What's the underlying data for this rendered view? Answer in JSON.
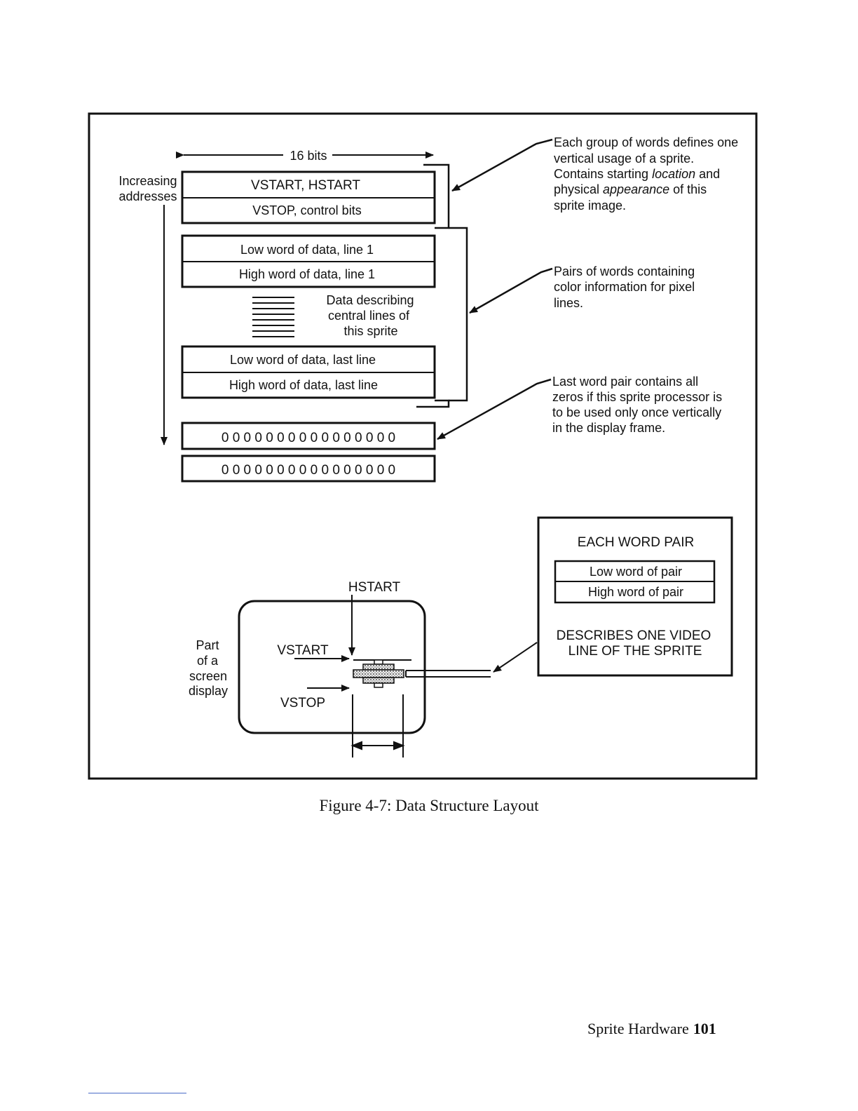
{
  "diagram": {
    "width_label": "16 bits",
    "addresses_label": [
      "Increasing",
      "addresses"
    ],
    "word_rows": [
      "VSTART, HSTART",
      "VSTOP, control bits",
      "Low word of data, line 1",
      "High word of data, line 1",
      "Low word of data, last line",
      "High word of data, last line",
      "0 0 0 0 0 0 0 0 0 0 0 0 0 0 0 0",
      "0 0 0 0 0 0 0 0 0 0 0 0 0 0 0 0"
    ],
    "central_lines_label": [
      "Data describing",
      "central lines of",
      "this sprite"
    ],
    "annotations": {
      "group": [
        "Each group of words defines one",
        "vertical usage of a sprite.",
        "Contains starting |location| and",
        "physical |appearance| of this",
        "sprite image."
      ],
      "pairs": [
        "Pairs of words containing",
        "color information for pixel",
        "lines."
      ],
      "last_pair": [
        "Last word pair contains all",
        "zeros if this sprite processor is",
        "to be used only once vertically",
        "in the display frame."
      ]
    },
    "word_pair_box": {
      "title": "EACH WORD PAIR",
      "low": "Low word of pair",
      "high": "High word of pair",
      "description": [
        "DESCRIBES ONE VIDEO",
        "LINE OF THE SPRITE"
      ]
    },
    "screen": {
      "label": [
        "Part",
        "of a",
        "screen",
        "display"
      ],
      "hstart": "HSTART",
      "vstart": "VSTART",
      "vstop": "VSTOP"
    }
  },
  "caption": "Figure 4-7: Data Structure Layout",
  "footer": {
    "section": "Sprite Hardware",
    "page": "101"
  }
}
